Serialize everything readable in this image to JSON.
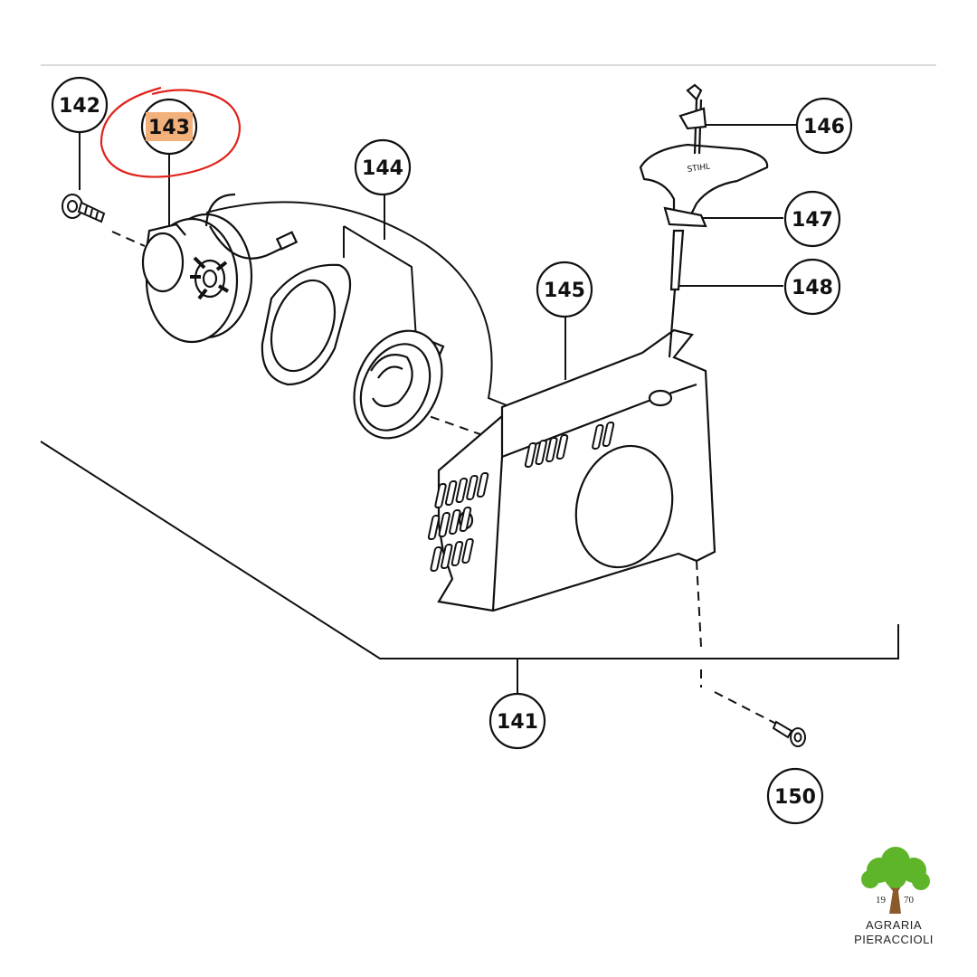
{
  "diagram": {
    "highlight_color": "#f2b07a",
    "circle_mark_color": "#e0231c",
    "callouts": [
      {
        "id": "142",
        "label": "142",
        "highlighted": false
      },
      {
        "id": "143",
        "label": "143",
        "highlighted": true
      },
      {
        "id": "144",
        "label": "144",
        "highlighted": false
      },
      {
        "id": "145",
        "label": "145",
        "highlighted": false
      },
      {
        "id": "146",
        "label": "146",
        "highlighted": false
      },
      {
        "id": "147",
        "label": "147",
        "highlighted": false
      },
      {
        "id": "148",
        "label": "148",
        "highlighted": false
      },
      {
        "id": "141",
        "label": "141",
        "highlighted": false
      },
      {
        "id": "150",
        "label": "150",
        "highlighted": false
      }
    ],
    "parts": [
      {
        "name": "screw-142",
        "icon": "screw-icon"
      },
      {
        "name": "pulley-143",
        "icon": "rope-pulley-icon"
      },
      {
        "name": "spring-cover-144",
        "icon": "spring-cassette-icon"
      },
      {
        "name": "starter-housing-145",
        "icon": "starter-housing-icon"
      },
      {
        "name": "handle-146",
        "icon": "starter-handle-icon"
      },
      {
        "name": "sleeve-147",
        "icon": "handle-sleeve-icon"
      },
      {
        "name": "rope-148",
        "icon": "starter-rope-icon"
      },
      {
        "name": "screw-150",
        "icon": "screw-icon"
      }
    ]
  },
  "logo": {
    "icon": "tree-icon",
    "year_left": "19",
    "year_right": "70",
    "line1": "AGRARIA",
    "line2": "PIERACCIOLI",
    "leaf_color": "#5fb52a",
    "trunk_color": "#8a5a2b"
  }
}
